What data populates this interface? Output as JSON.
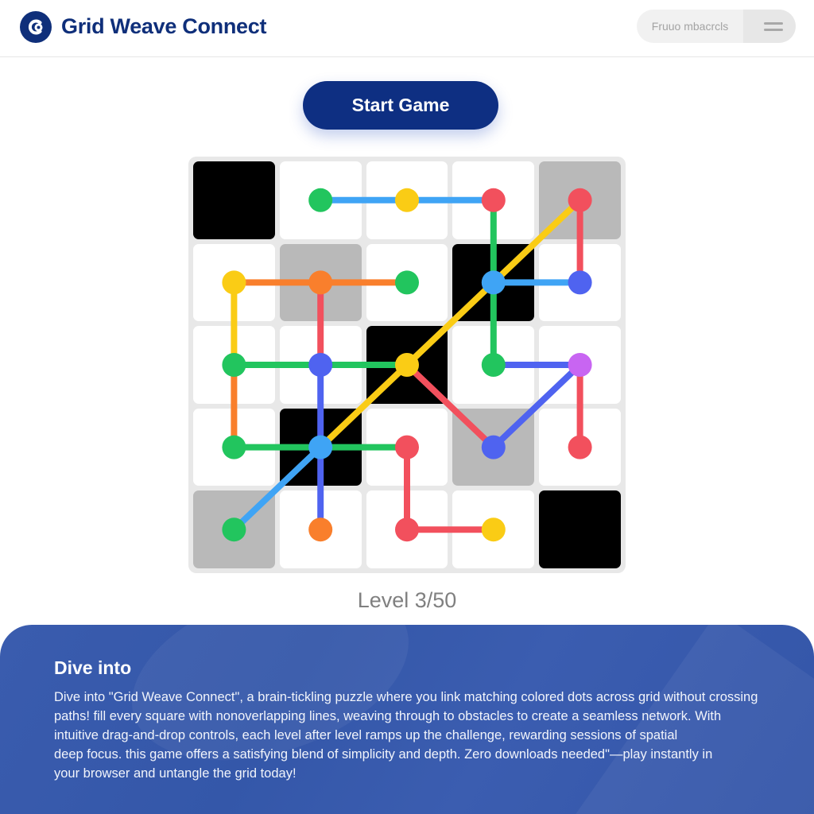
{
  "header": {
    "app_title": "Grid Weave Connect",
    "logo_icon": "circled-b-logo-icon",
    "pill_label": "Fruuo mbacrcls",
    "menu_icon": "hamburger-menu-icon"
  },
  "actions": {
    "start_label": "Start Game"
  },
  "board": {
    "rows": 5,
    "cols": 5,
    "cells": [
      [
        "black",
        "white",
        "white",
        "white",
        "gray"
      ],
      [
        "white",
        "gray",
        "white",
        "black",
        "white"
      ],
      [
        "white",
        "white",
        "black",
        "white",
        "white"
      ],
      [
        "white",
        "black",
        "white",
        "gray",
        "white"
      ],
      [
        "gray",
        "white",
        "white",
        "white",
        "black"
      ]
    ],
    "colors": {
      "green": "#22c55e",
      "yellow": "#facc15",
      "red": "#f2505d",
      "blue": "#4f63f0",
      "sky": "#3fa4f5",
      "orange": "#f97f2c",
      "purple": "#c865f2"
    },
    "dots": [
      {
        "r": 0,
        "c": 1,
        "color": "green"
      },
      {
        "r": 0,
        "c": 2,
        "color": "yellow"
      },
      {
        "r": 0,
        "c": 3,
        "color": "red"
      },
      {
        "r": 0,
        "c": 4,
        "color": "red"
      },
      {
        "r": 1,
        "c": 0,
        "color": "yellow"
      },
      {
        "r": 1,
        "c": 1,
        "color": "orange"
      },
      {
        "r": 1,
        "c": 2,
        "color": "green"
      },
      {
        "r": 1,
        "c": 3,
        "color": "sky"
      },
      {
        "r": 1,
        "c": 4,
        "color": "blue"
      },
      {
        "r": 2,
        "c": 0,
        "color": "green"
      },
      {
        "r": 2,
        "c": 1,
        "color": "blue"
      },
      {
        "r": 2,
        "c": 2,
        "color": "yellow"
      },
      {
        "r": 2,
        "c": 3,
        "color": "green"
      },
      {
        "r": 2,
        "c": 4,
        "color": "purple"
      },
      {
        "r": 3,
        "c": 0,
        "color": "green"
      },
      {
        "r": 3,
        "c": 1,
        "color": "sky"
      },
      {
        "r": 3,
        "c": 2,
        "color": "red"
      },
      {
        "r": 3,
        "c": 3,
        "color": "blue"
      },
      {
        "r": 3,
        "c": 4,
        "color": "red"
      },
      {
        "r": 4,
        "c": 0,
        "color": "green"
      },
      {
        "r": 4,
        "c": 1,
        "color": "orange"
      },
      {
        "r": 4,
        "c": 2,
        "color": "red"
      },
      {
        "r": 4,
        "c": 3,
        "color": "yellow"
      }
    ],
    "paths": [
      {
        "color": "sky",
        "from": [
          0,
          1
        ],
        "to": [
          0,
          3
        ]
      },
      {
        "color": "green",
        "from": [
          0,
          3
        ],
        "to": [
          2,
          3
        ]
      },
      {
        "color": "red",
        "from": [
          0,
          4
        ],
        "to": [
          1,
          4
        ]
      },
      {
        "color": "sky",
        "from": [
          1,
          3
        ],
        "to": [
          1,
          4
        ]
      },
      {
        "color": "orange",
        "from": [
          1,
          0
        ],
        "to": [
          1,
          2
        ]
      },
      {
        "color": "red",
        "from": [
          1,
          1
        ],
        "to": [
          2,
          1
        ]
      },
      {
        "color": "yellow",
        "from": [
          1,
          0
        ],
        "to": [
          2,
          0
        ]
      },
      {
        "color": "green",
        "from": [
          2,
          0
        ],
        "to": [
          2,
          2
        ]
      },
      {
        "color": "orange",
        "from": [
          2,
          0
        ],
        "to": [
          3,
          0
        ]
      },
      {
        "color": "blue",
        "from": [
          2,
          1
        ],
        "to": [
          4,
          1
        ]
      },
      {
        "color": "blue",
        "from": [
          2,
          3
        ],
        "to": [
          2,
          4
        ]
      },
      {
        "color": "red",
        "from": [
          2,
          4
        ],
        "to": [
          3,
          4
        ]
      },
      {
        "color": "red",
        "from": [
          2,
          2
        ],
        "to": [
          3,
          3
        ]
      },
      {
        "color": "blue",
        "from": [
          3,
          3
        ],
        "to": [
          2,
          4
        ]
      },
      {
        "color": "green",
        "from": [
          3,
          0
        ],
        "to": [
          3,
          2
        ]
      },
      {
        "color": "red",
        "from": [
          3,
          2
        ],
        "to": [
          4,
          2
        ]
      },
      {
        "color": "red",
        "from": [
          4,
          2
        ],
        "to": [
          4,
          3
        ]
      },
      {
        "color": "sky",
        "from": [
          3,
          1
        ],
        "to": [
          4,
          0
        ]
      },
      {
        "color": "yellow",
        "from": [
          0,
          4
        ],
        "to": [
          3,
          1
        ]
      }
    ]
  },
  "status": {
    "level_label": "Level 3/50",
    "current_level": 3,
    "total_levels": 50
  },
  "info": {
    "title": "Dive into",
    "lines": [
      "Dive into \"Grid Weave Connect\", a brain-tickling puzzle where you link matching colored dots across grid without crossing",
      "paths! fill every square with nonoverlapping lines, weaving through to obstacles to create a seamless network. With",
      "intuitive drag-and-drop controls, each level after level ramps up the challenge, rewarding sessions of spatial",
      "deep focus. this game offers a satisfying blend of simplicity and depth. Zero downloads needed\"—play instantly in",
      "your browser and untangle the grid today!"
    ]
  }
}
